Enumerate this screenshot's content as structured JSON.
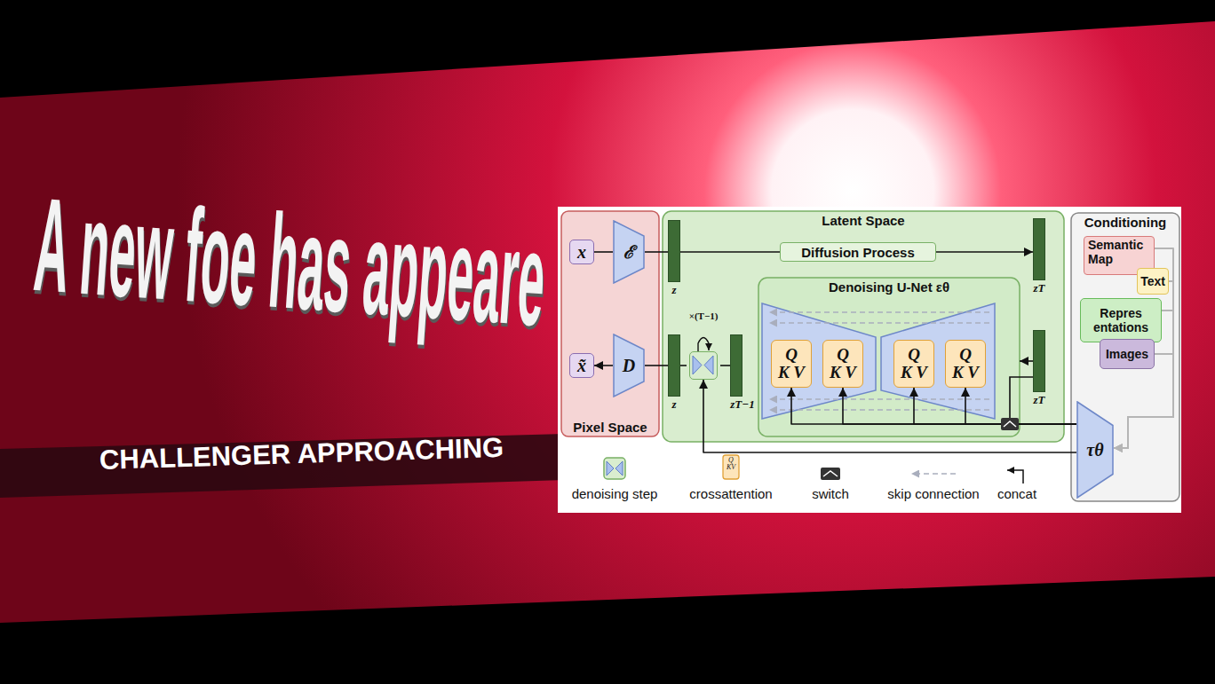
{
  "diagram": {
    "nodes": [
      {
        "text": [
          "Pixel Space"
        ]
      },
      {
        "text": [
          "x"
        ],
        "in": 0
      },
      {
        "text": [
          "ℰ"
        ],
        "in": 0
      },
      {
        "text": [
          "x̃"
        ],
        "in": 0
      },
      {
        "text": [
          "D"
        ],
        "in": 0
      },
      {
        "text": [
          "Latent Space"
        ]
      },
      {
        "text": [
          "z"
        ],
        "in": 5
      },
      {
        "text": [
          "Diffusion Process"
        ],
        "in": 5
      },
      {
        "text": [
          "zT"
        ],
        "in": 5
      },
      {
        "text": [
          "Denoising U-Net εθ"
        ],
        "in": 5
      },
      {
        "text": [
          "Q",
          "K V"
        ],
        "in": 9
      },
      {
        "text": [
          "Q",
          "K V"
        ],
        "in": 9
      },
      {
        "text": [
          "Q",
          "K V"
        ],
        "in": 9
      },
      {
        "text": [
          "Q",
          "K V"
        ],
        "in": 9
      },
      {
        "text": [
          "zT"
        ],
        "in": 5
      },
      {
        "text": [
          "zT−1"
        ],
        "in": 5
      },
      {
        "text": [
          "z"
        ],
        "in": 5
      },
      {
        "text": [
          "×(T−1)"
        ],
        "in": 5
      },
      {
        "text": [
          "Conditioning"
        ]
      },
      {
        "text": [
          "Semantic Map"
        ],
        "in": 18
      },
      {
        "text": [
          "Text"
        ],
        "in": 18
      },
      {
        "text": [
          "Repres entations"
        ],
        "in": 18
      },
      {
        "text": [
          "Images"
        ],
        "in": 18
      },
      {
        "text": [
          "τθ"
        ],
        "in": 18
      }
    ],
    "edges": [
      {
        "from": 1,
        "to": 2,
        "arrow": "none"
      },
      {
        "from": 2,
        "to": 6,
        "arrow": "none"
      },
      {
        "from": 6,
        "to": 7,
        "arrow": "none"
      },
      {
        "from": 7,
        "to": 8,
        "arrow": "to"
      },
      {
        "from": 14,
        "to": 9,
        "arrow": "to"
      },
      {
        "from": 15,
        "to": 17,
        "arrow": "none"
      },
      {
        "from": 17,
        "to": 16,
        "arrow": "none"
      },
      {
        "from": 16,
        "to": 4,
        "arrow": "none"
      },
      {
        "from": 4,
        "to": 3,
        "arrow": "to"
      },
      {
        "from": 23,
        "to": 10,
        "arrow": "to"
      },
      {
        "from": 23,
        "to": 11,
        "arrow": "to"
      },
      {
        "from": 23,
        "to": 12,
        "arrow": "to"
      },
      {
        "from": 23,
        "to": 13,
        "arrow": "to"
      },
      {
        "from": 23,
        "to": 17,
        "arrow": "to"
      },
      {
        "from": 19,
        "to": 23,
        "arrow": "to"
      },
      {
        "from": 20,
        "to": 23,
        "arrow": "to"
      },
      {
        "from": 21,
        "to": 23,
        "arrow": "to"
      },
      {
        "from": 22,
        "to": 23,
        "arrow": "to"
      }
    ],
    "labels": [
      "A new foe has appeare",
      "CHALLENGER APPROACHING",
      "Q KV"
    ],
    "legend": [
      {
        "text": "denoising step"
      },
      {
        "text": "crossattention"
      },
      {
        "text": "switch"
      },
      {
        "text": "skip connection"
      },
      {
        "text": "concat"
      }
    ]
  }
}
